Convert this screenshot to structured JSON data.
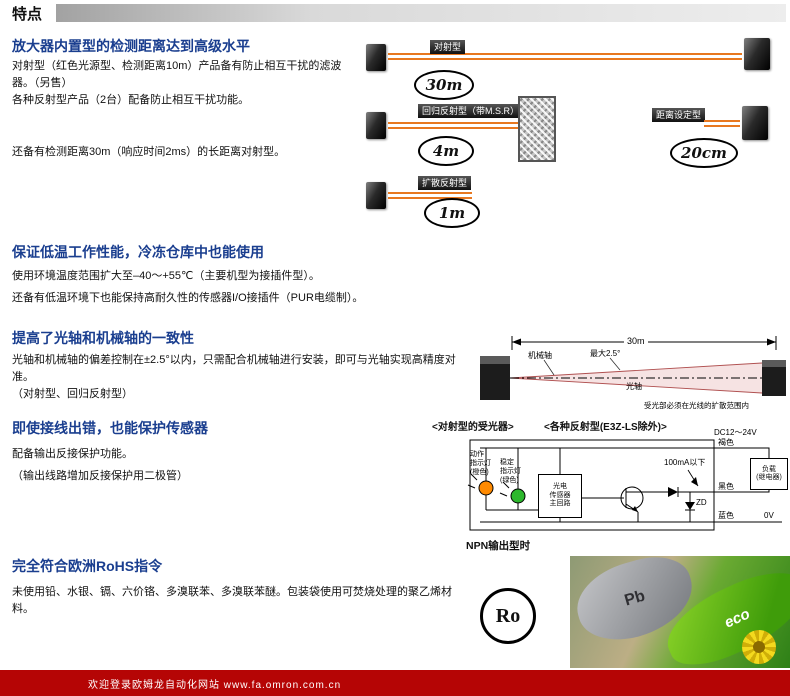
{
  "header": {
    "title": "特点"
  },
  "colors": {
    "heading": "#1a3e8f",
    "beam": "#e87820",
    "footer_bar": "#b50505"
  },
  "s1": {
    "heading": "放大器内置型的检测距离达到高级水平",
    "p1": "对射型（红色光源型、检测距离10m）产品备有防止相互干扰的滤波器。（另售）",
    "p2": "各种反射型产品（2台）配备防止相互干扰功能。",
    "p3": "还备有检测距离30m（响应时间2ms）的长距离对射型。",
    "types": {
      "through_beam": {
        "label": "对射型",
        "range": "30m"
      },
      "retro": {
        "label": "回归反射型（带M.S.R）",
        "range": "4m"
      },
      "distance": {
        "label": "距离设定型",
        "range": "20cm"
      },
      "diffuse": {
        "label": "扩散反射型",
        "range": "1m"
      }
    }
  },
  "s2": {
    "heading": "保证低温工作性能，冷冻仓库中也能使用",
    "p1": "使用环境温度范围扩大至–40～+55℃（主要机型为接插件型）。",
    "p2": "还备有低温环境下也能保持高耐久性的传感器I/O接插件（PUR电缆制）。"
  },
  "s3": {
    "heading": "提高了光轴和机械轴的一致性",
    "p1": "光轴和机械轴的偏差控制在±2.5°以内，只需配合机械轴进行安装，即可与光轴实现高精度对准。",
    "p2": "（对射型、回归反射型）",
    "diagram": {
      "distance": "30m",
      "mech_axis": "机械轴",
      "max_angle": "最大2.5°",
      "opt_axis": "光轴",
      "note": "受光部必须在光线的扩散范围内"
    }
  },
  "s4": {
    "heading": "即使接线出错，也能保护传感器",
    "p1": "配备输出反接保护功能。",
    "p2": "（输出线路增加反接保护用二极管）",
    "circuit": {
      "title_left": "<对射型的受光器>",
      "title_right": "<各种反射型(E3Z-LS除外)>",
      "supply": "DC12～24V",
      "wire_brown": "褐色",
      "wire_black": "黑色",
      "wire_blue": "蓝色",
      "led_action": "动作\n指示灯\n(橙色)",
      "led_stable": "稳定\n指示灯\n(绿色)",
      "main_circuit": "光电\n传感器\n主回路",
      "zd": "ZD",
      "current": "100mA以下",
      "load": "负载\n(继电器)",
      "zero_v": "0V",
      "caption": "NPN输出型时"
    }
  },
  "s5": {
    "heading": "完全符合欧洲RoHS指令",
    "p1": "未使用铅、水银、镉、六价铬、多溴联苯、多溴联苯醚。包装袋使用可焚烧处理的聚乙烯材料。",
    "rohs": "Ro",
    "pb": "Pb",
    "eco": "eco"
  },
  "footer": {
    "text": "欢迎登录欧姆龙自动化网站 www.fa.omron.com.cn"
  }
}
